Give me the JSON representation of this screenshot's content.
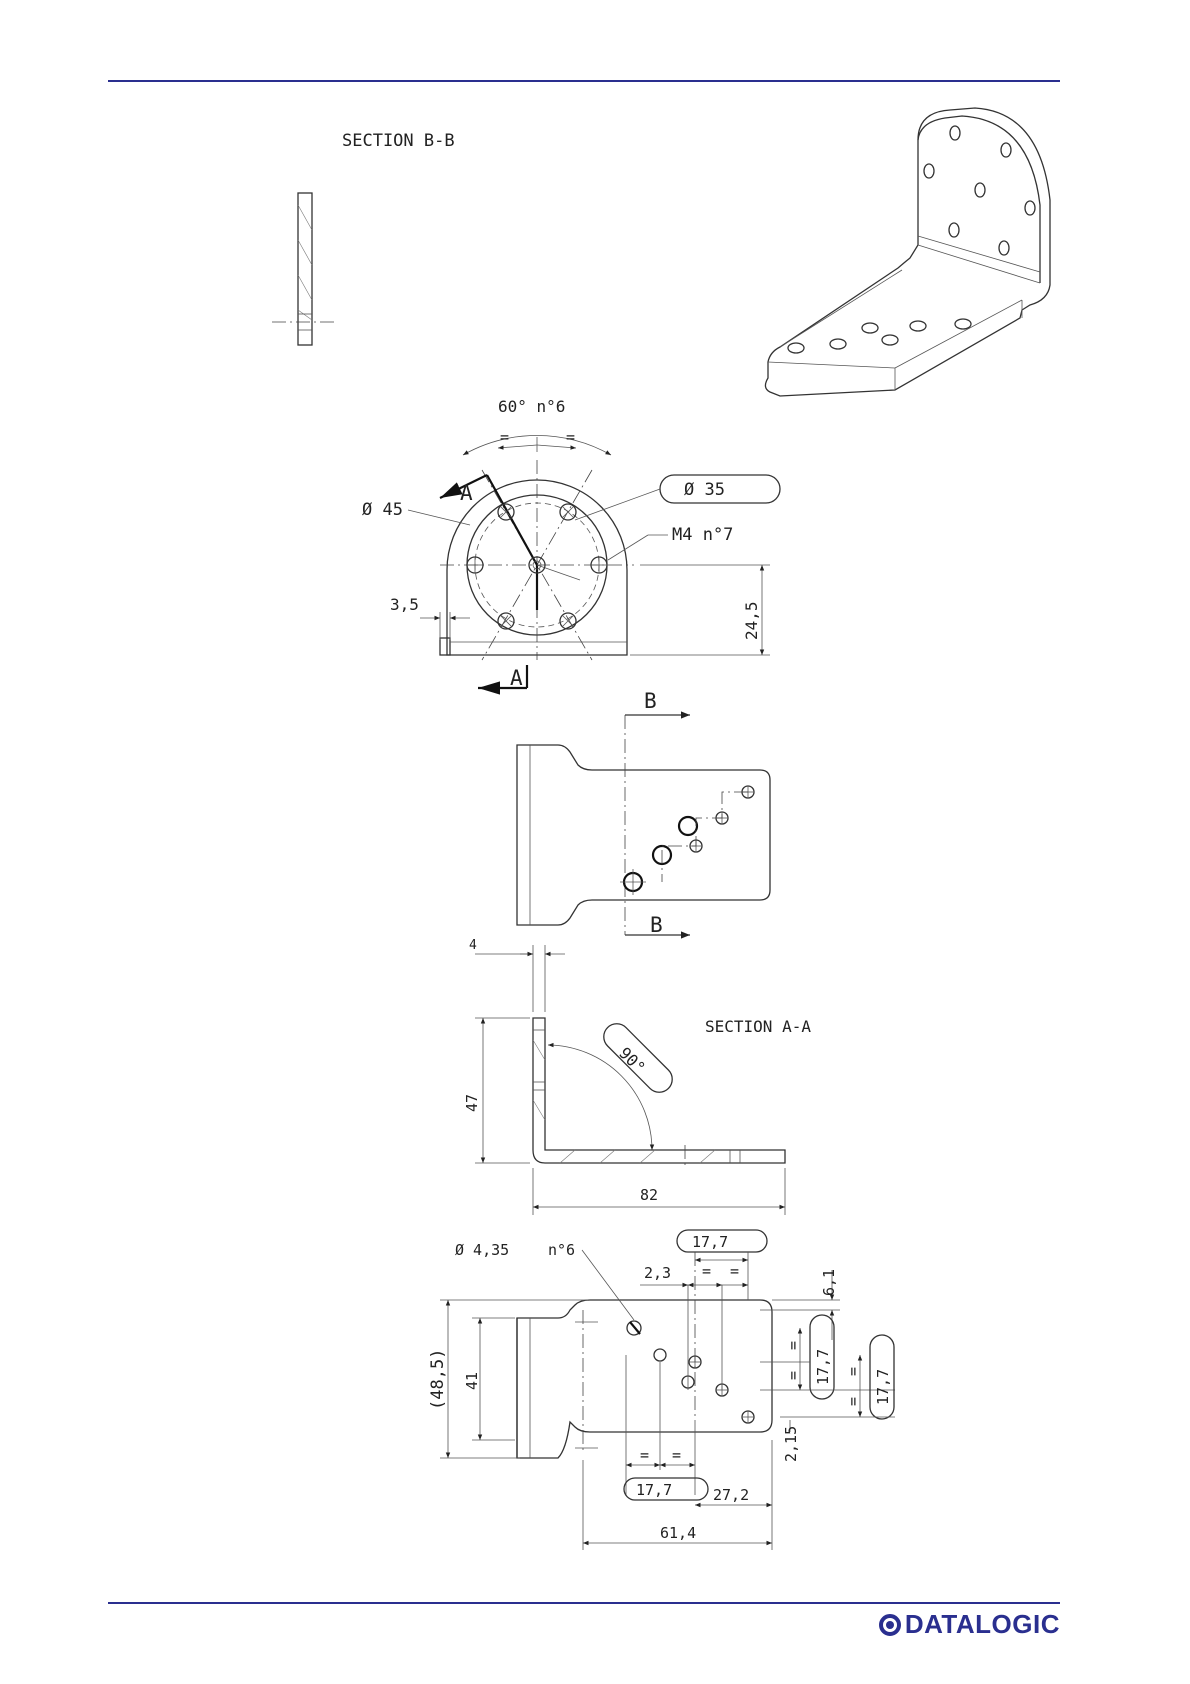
{
  "labels": {
    "section_bb": "SECTION B-B",
    "section_aa": "SECTION A-A",
    "angle_spacing": "60° n°6",
    "eq": "=",
    "dia_35": "Ø 35",
    "dia_45": "Ø 45",
    "thread": "M4 n°7",
    "dim_3_5": "3,5",
    "dim_24_5": "24,5",
    "cut_a": "A",
    "cut_b": "B",
    "dim_4": "4",
    "dim_47": "47",
    "dim_82": "82",
    "angle_90": "90°",
    "dia_4_35": "Ø 4,35",
    "count_6": "n°6",
    "dim_17_7": "17,7",
    "dim_2_3": "2,3",
    "dim_6_1": "6,1",
    "dim_48_5": "(48,5)",
    "dim_41": "41",
    "dim_2_15": "2,15",
    "dim_27_2": "27,2",
    "dim_61_4": "61,4"
  },
  "brand": {
    "logo_text": "DATALOGIC"
  },
  "colors": {
    "rule": "#2a2f8f",
    "logo": "#2a2f8f",
    "line": "#333333"
  }
}
